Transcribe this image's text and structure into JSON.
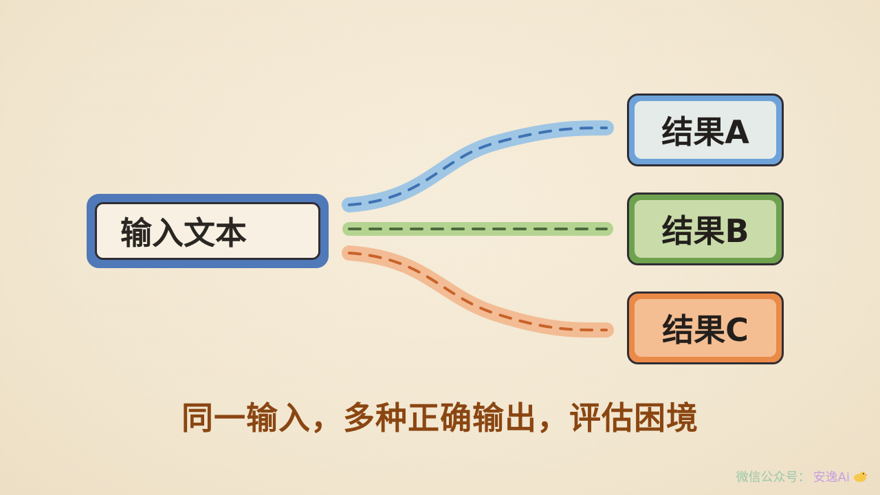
{
  "diagram": {
    "input_label": "输入文本",
    "outputs": [
      {
        "label": "结果A",
        "color": "#6ea3da"
      },
      {
        "label": "结果B",
        "color": "#6ea24f"
      },
      {
        "label": "结果C",
        "color": "#ea8a48"
      }
    ],
    "caption": "同一输入，多种正确输出，评估困境"
  },
  "watermark": {
    "prefix": "微信公众号：",
    "name": "安逸Ai",
    "icon": "chick-icon"
  },
  "colors": {
    "path_a": "#8fbfe6",
    "path_a_dash": "#3f72b3",
    "path_b": "#a9cf85",
    "path_b_dash": "#4a6a3c",
    "path_c": "#f2b488",
    "path_c_dash": "#c8622a",
    "caption": "#8a4612"
  }
}
